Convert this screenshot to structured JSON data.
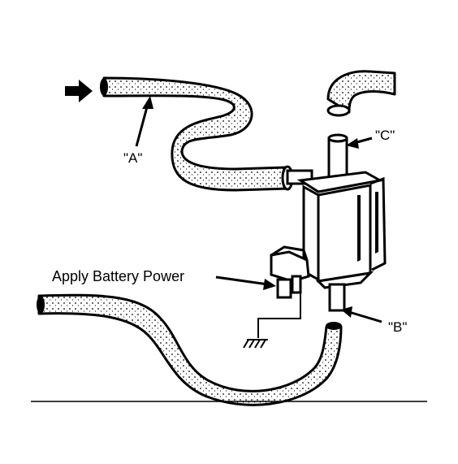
{
  "labels": {
    "a": "\"A\"",
    "b": "\"B\"",
    "c": "\"C\"",
    "power": "Apply Battery Power"
  },
  "colors": {
    "ink": "#000000",
    "paper": "#ffffff"
  }
}
